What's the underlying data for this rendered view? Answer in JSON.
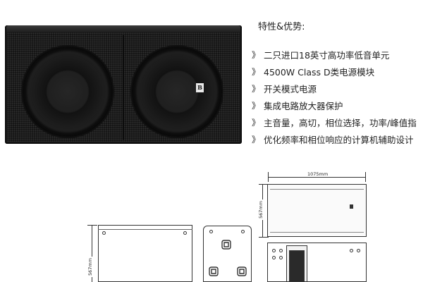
{
  "product": {
    "badge_text": "B"
  },
  "features": {
    "title": "特性&优势:",
    "bullet": "》",
    "items": [
      "二只进口18英寸高功率低音单元",
      "4500W Class D类电源模块",
      "开关模式电源",
      "集成电路放大器保护",
      "主音量，高切，相位选择，功率/峰值指",
      "优化频率和相位响应的计算机辅助设计"
    ]
  },
  "drawings": {
    "width_dim": "1075mm",
    "height_dim_right": "567mm",
    "height_dim_left": "567mm"
  }
}
